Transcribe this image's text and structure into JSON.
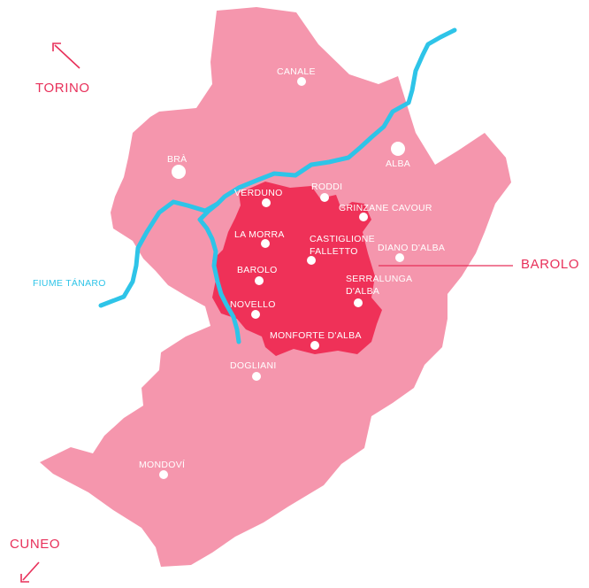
{
  "map": {
    "colors": {
      "region_fill": "#f596ad",
      "barolo_zone_fill": "#ef3158",
      "river": "#2ec4e8",
      "accent_text": "#e8305a",
      "river_text": "#2ec4e8",
      "town_text": "#ffffff",
      "town_marker": "#ffffff"
    },
    "directions": {
      "torino": "TORINO",
      "cuneo": "CUNEO"
    },
    "river_name": "FIUME TÁNARO",
    "zone_name": "BAROLO",
    "towns": {
      "canale": "CANALE",
      "bra": "BRÀ",
      "alba": "ALBA",
      "verduno": "VERDUNO",
      "roddi": "RODDI",
      "grinzane": "GRINZANE CAVOUR",
      "la_morra": "LA MORRA",
      "castiglione_1": "CASTIGLIONE",
      "castiglione_2": "FALLETTO",
      "diano": "DIANO D'ALBA",
      "barolo": "BAROLO",
      "serralunga_1": "SERRALUNGA",
      "serralunga_2": "D'ALBA",
      "novello": "NOVELLO",
      "monforte": "MONFORTE D'ALBA",
      "dogliani": "DOGLIANI",
      "mondovi": "MONDOVÍ"
    }
  }
}
